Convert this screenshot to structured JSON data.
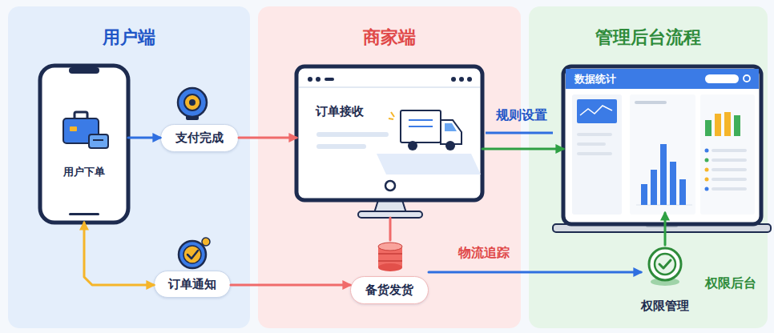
{
  "diagram": {
    "nodes": [
      {
        "text": [
          "用户端"
        ]
      },
      {
        "text": [
          "用户下单"
        ],
        "in": 0
      },
      {
        "text": [
          "支付完成"
        ],
        "in": 0
      },
      {
        "text": [
          "订单通知"
        ],
        "in": 0
      },
      {
        "text": [
          "商家端"
        ]
      },
      {
        "text": [
          "订单接收"
        ],
        "in": 4
      },
      {
        "text": [
          "备货发货"
        ],
        "in": 4
      },
      {
        "text": [
          "管理后台流程"
        ]
      },
      {
        "text": [
          "数据统计"
        ],
        "in": 7
      },
      {
        "text": [
          "权限管理"
        ],
        "in": 7
      }
    ],
    "edges": [
      {
        "from": 1,
        "to": 2,
        "arrow": "to"
      },
      {
        "from": 2,
        "to": 5,
        "arrow": "to"
      },
      {
        "from": 5,
        "to": 8,
        "label": "规则设置",
        "arrow": "to"
      },
      {
        "from": 1,
        "to": 3,
        "arrow": "both"
      },
      {
        "from": 3,
        "to": 6,
        "arrow": "to"
      },
      {
        "from": 5,
        "to": 6,
        "arrow": "none"
      },
      {
        "from": 6,
        "to": 9,
        "label": "物流追踪",
        "arrow": "to"
      },
      {
        "from": 9,
        "to": 8,
        "arrow": "to"
      }
    ],
    "labels": [
      "权限后台"
    ]
  }
}
